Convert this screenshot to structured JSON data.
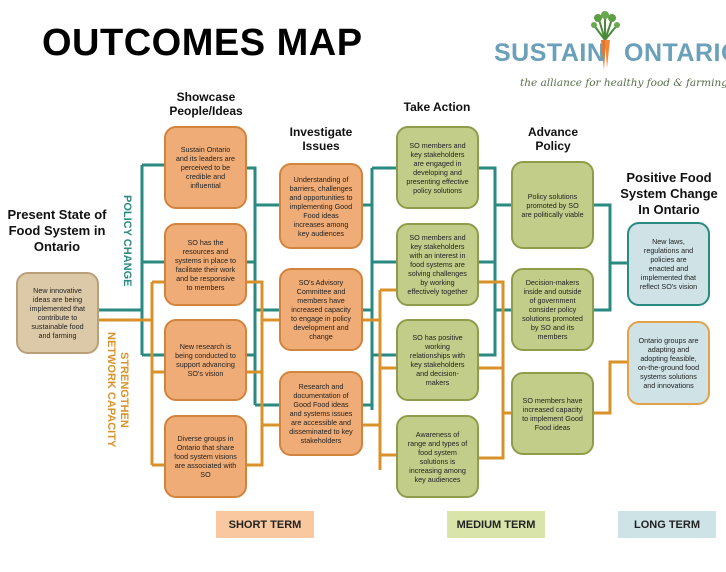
{
  "title": "OUTCOMES MAP",
  "logo": {
    "word1": "SUSTAIN",
    "word2": "ONTARIO",
    "tagline": "the alliance for healthy food & farming"
  },
  "colors": {
    "policy": "#2a8a80",
    "network": "#d9922a",
    "short": "#f0ac76",
    "medium": "#c2cd8a",
    "long": "#cfe3e6"
  },
  "side_labels": {
    "policy": "POLICY CHANGE",
    "network": "STRENGTHEN\nNETWORK CAPACITY"
  },
  "columns": {
    "present": {
      "heading": "Present State of Food System in Ontario",
      "boxes": [
        "New innovative ideas are being implemented that contribute to sustainable food and farming"
      ]
    },
    "showcase": {
      "heading": "Showcase People/Ideas",
      "boxes": [
        "Sustain Ontario and its leaders are perceived to be credible and influential",
        "SO has the resources and systems in place to facilitate their work and be responsive to members",
        "New research is being conducted to support advancing SO's vision",
        "Diverse groups in Ontario that share food system visions are associated with SO"
      ]
    },
    "investigate": {
      "heading": "Investigate Issues",
      "boxes": [
        "Understanding of barriers, challenges and opportunities to implementing Good Food ideas increases among key audiences",
        "SO's Advisory Committee and members have increased capacity to engage in policy development and change",
        "Research and documentation of Good Food ideas and systems issues are accessible and disseminated to key stakeholders"
      ]
    },
    "action": {
      "heading": "Take Action",
      "boxes": [
        "SO members and key stakeholders are engaged in developing and presenting effective policy solutions",
        "SO members and key stakeholders with an interest in food systems are solving challenges by working effectively together",
        "SO has positive working relationships with key stakeholders and decision-makers",
        "Awareness of range and types of food system solutions is increasing among key audiences"
      ]
    },
    "advance": {
      "heading": "Advance Policy",
      "boxes": [
        "Policy solutions promoted by SO are politically viable",
        "Decision-makers inside and outside of government consider policy solutions promoted by SO and its members",
        "SO members have increased capacity to implement Good Food ideas"
      ]
    },
    "positive": {
      "heading": "Positive Food System Change In Ontario",
      "boxes": [
        "New laws, regulations and policies are enacted and implemented that reflect SO's vision",
        "Ontario groups are adapting and adopting feasible, on-the-ground food systems solutions and innovations"
      ]
    }
  },
  "terms": {
    "short": "SHORT TERM",
    "medium": "MEDIUM TERM",
    "long": "LONG TERM"
  }
}
